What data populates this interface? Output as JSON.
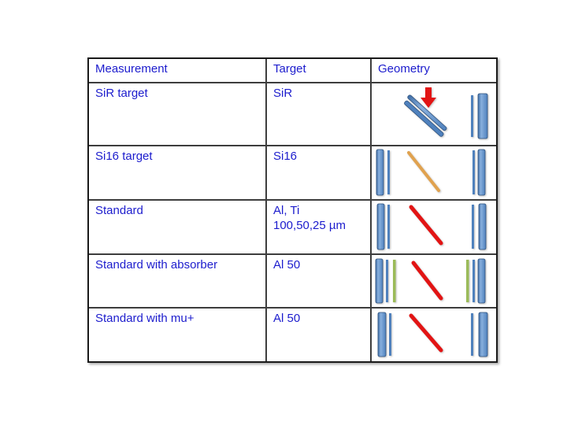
{
  "slide": {
    "background": "#ffffff"
  },
  "table": {
    "columns": [
      {
        "label": "Measurement"
      },
      {
        "label": "Target"
      },
      {
        "label": "Geometry"
      }
    ],
    "rows": [
      {
        "measurement": "SiR target",
        "target": "SiR",
        "geometry_icons": [
          "tilted-double-slab-icon",
          "down-arrow-icon",
          "thin-detector-bar-icon",
          "thick-detector-bar-icon"
        ]
      },
      {
        "measurement": "Si16 target",
        "target": "Si16",
        "geometry_icons": [
          "thick-detector-bar-icon",
          "thin-detector-bar-icon",
          "orange-diagonal-target-icon",
          "thin-detector-bar-icon",
          "thick-detector-bar-icon"
        ]
      },
      {
        "measurement": "Standard",
        "target": "Al, Ti\n100,50,25 µm",
        "geometry_icons": [
          "thick-detector-bar-icon",
          "thin-detector-bar-icon",
          "red-diagonal-target-icon",
          "thin-detector-bar-icon",
          "thick-detector-bar-icon"
        ]
      },
      {
        "measurement": "Standard with absorber",
        "target": "Al 50",
        "geometry_icons": [
          "thick-detector-bar-icon",
          "thin-detector-bar-icon",
          "green-absorber-bar-icon",
          "red-diagonal-target-icon",
          "green-absorber-bar-icon",
          "thin-detector-bar-icon",
          "thick-detector-bar-icon"
        ]
      },
      {
        "measurement": "Standard with mu+",
        "target": "Al 50",
        "geometry_icons": [
          "thick-detector-bar-icon",
          "thin-detector-bar-icon",
          "red-diagonal-target-icon",
          "thin-detector-bar-icon",
          "thick-detector-bar-icon"
        ]
      }
    ]
  },
  "colors": {
    "table_text": "#1c1ccd",
    "border_dark": "#1a1a1a",
    "grid_line": "#3d3d3d",
    "bar_blue": "#4f81bd",
    "bar_blue_light": "#88b0de",
    "bar_blue_dark": "#3f6da6",
    "bar_blue_stroke": "#2e527e",
    "bar_green": "#9bbb59",
    "beam_red": "#e21414",
    "beam_orange": "#e0a24f"
  }
}
